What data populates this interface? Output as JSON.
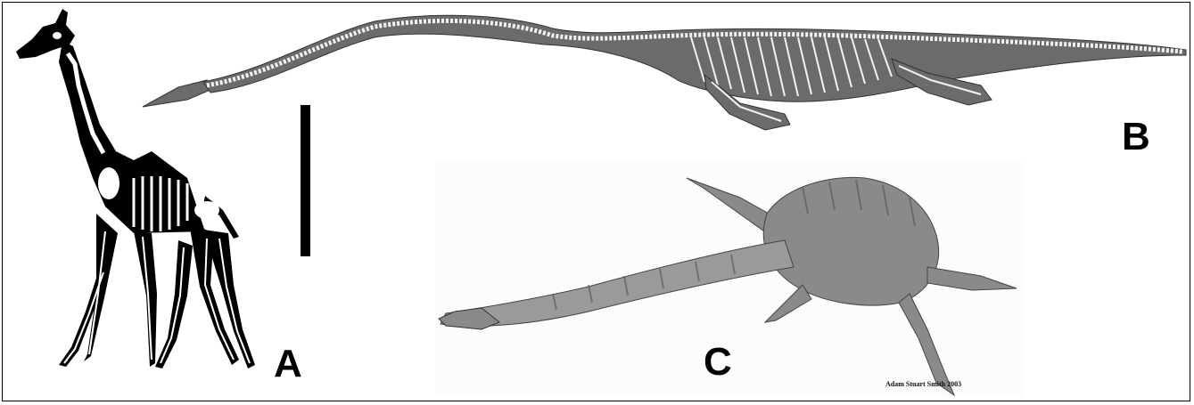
{
  "labels": {
    "a": "A",
    "b": "B",
    "c": "C"
  },
  "credit": "Adam Stuart Smith 2003",
  "colors": {
    "skeleton_fill": "#000000",
    "bone": "#ffffff",
    "plesiosaur_body": "#6b6b6b",
    "plesiosaur_bone": "#f2f2f2",
    "illustration_tone": "#8a8a8a"
  }
}
